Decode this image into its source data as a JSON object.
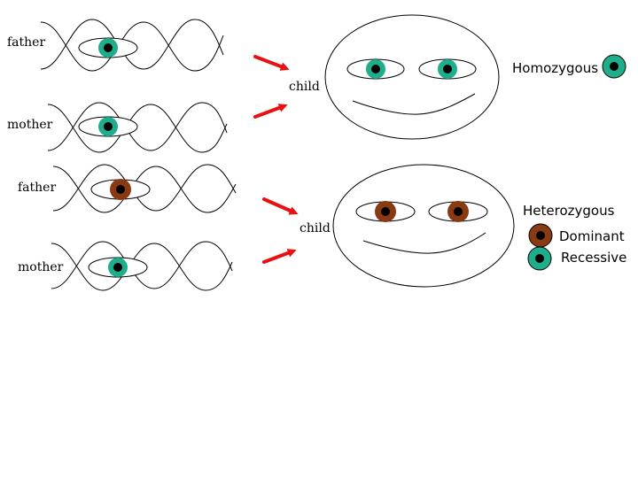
{
  "colors": {
    "green_iris": "#1fae8c",
    "brown_iris": "#8a3a12",
    "pupil": "#000000",
    "arrow": "#e81010"
  },
  "labels": {
    "father": "father",
    "mother": "mother",
    "child": "child",
    "homozygous": "Homozygous",
    "heterozygous": "Heterozygous",
    "dominant": "Dominant",
    "recessive": "Recessive"
  },
  "panels": [
    {
      "name": "homozygous",
      "parents": [
        {
          "label": "father",
          "eye": "green-eye-icon",
          "iris": "green"
        },
        {
          "label": "mother",
          "eye": "green-eye-icon",
          "iris": "green"
        }
      ],
      "child": {
        "label": "child",
        "eyes": [
          "green",
          "green"
        ]
      },
      "result": "Homozygous"
    },
    {
      "name": "heterozygous",
      "parents": [
        {
          "label": "father",
          "eye": "brown-eye-icon",
          "iris": "brown"
        },
        {
          "label": "mother",
          "eye": "green-eye-icon",
          "iris": "green"
        }
      ],
      "child": {
        "label": "child",
        "eyes": [
          "brown",
          "brown"
        ]
      },
      "result": "Heterozygous"
    }
  ]
}
